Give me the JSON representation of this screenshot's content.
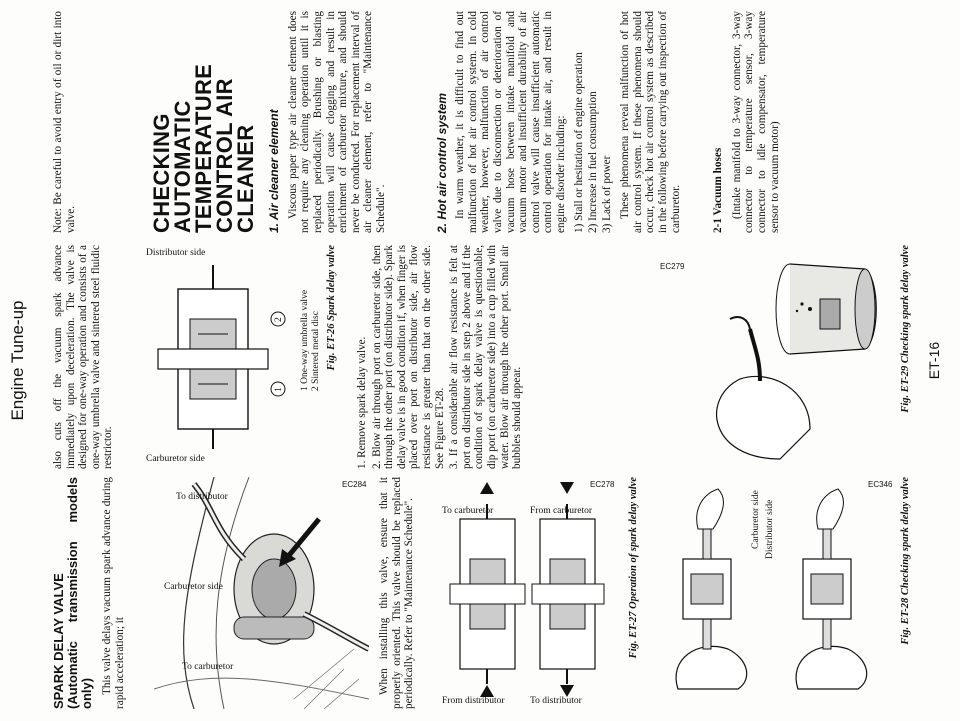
{
  "header": {
    "title": "Engine Tune-up"
  },
  "footer": {
    "page": "ET-16"
  },
  "left": {
    "heading": "SPARK DELAY VALVE",
    "heading_sub": "(Automatic transmission models only)",
    "para": "This valve delays vacuum spark advance during rapid acceleration; it",
    "fig26_code": "EC284",
    "fig26_labels": {
      "to_carburetor": "To carburetor",
      "carburetor_side": "Carburetor side",
      "to_distributor": "To distributor"
    },
    "install_para": "When installing this valve, ensure that it properly oriented. This valve should be replaced periodically. Refer to \"Maintenance Schedule\".",
    "fig27_labels": {
      "from_distributor": "From distributor",
      "to_carburetor": "To carburetor",
      "to_distributor": "To distributor",
      "from_carburetor": "From carburetor"
    },
    "fig27_code": "EC278",
    "fig27_caption": "Fig. ET-27 Operation of spark delay valve",
    "fig28_labels": {
      "carburetor_side": "Carburetor side",
      "distributor_side": "Distributor side"
    },
    "fig28_code": "EC346",
    "fig28_caption": "Fig. ET-28 Checking spark delay valve"
  },
  "middle": {
    "cont_para": "also cuts off the vacuum spark advance immediately upon deceleration. The valve is designed for one-way operation and consists of a one-way umbrella valve and sintered steel fluidic restrictor.",
    "fig26_labels": {
      "carburetor_side": "Carburetor side",
      "distributor_side": "Distributor side",
      "num1": "1",
      "num2": "2"
    },
    "fig26_legend": [
      "1  One-way umbrella valve",
      "2  Sintered metal disc"
    ],
    "fig26_caption": "Fig. ET-26 Spark delay valve",
    "steps": [
      "1.  Remove spark delay valve.",
      "2.  Blow air through port on carburetor side, then through the other port (on distributor side). Spark delay valve is in good condition if, when finger is placed over port on distributor side, air flow resistance is greater than that on the other side. See Figure ET-28.",
      "3.  If a considerable air flow resistance is felt at port on distributor side in step 2 above and if the condition of spark delay valve is questionable, dip port (on carburetor side) into a cup filled with water. Blow air through the other port. Small air bubbles should appear."
    ],
    "fig29_code": "EC279",
    "fig29_caption": "Fig. ET-29 Checking spark delay valve"
  },
  "right": {
    "note": "Note:  Be careful to avoid entry of oil or dirt into valve.",
    "title_lines": [
      "CHECKING",
      "AUTOMATIC",
      "TEMPERATURE",
      "CONTROL AIR",
      "CLEANER"
    ],
    "s1_heading": "1.  Air cleaner element",
    "s1_para": "Viscous paper type air cleaner element does not require any cleaning operation until it is replaced periodically. Brushing or blasting operation will cause clogging and result in enrichment of carburetor mixture, and should never be conducted. For replacement interval of air cleaner element, refer to \"Maintenance Schedule\".",
    "s2_heading": "2.  Hot air control system",
    "s2_para": "In warm weather, it is difficult to find out malfunction of hot air control system. In cold weather, however, malfunction of air control valve due to disconnection or deterioration of vacuum hose between intake manifold and vacuum motor and insufficient durability of air control valve will cause insufficient automatic control operation for intake air, and result in engine disorder including:",
    "s2_list": [
      "1) Stall or hesitation of engine operation",
      "2) Increase in fuel consumption",
      "3) Lack of power"
    ],
    "s2_para2": "These phenomena reveal malfunction of hot air control system. If these phenomena should occur, check hot air control system as described in the following before carrying out inspection of carburetor.",
    "s21_heading": "2-1  Vacuum hoses",
    "s21_para": "(Intake manifold to 3-way connector, 3-way connector to temperature sensor, 3-way connector to idle compensator, temperature sensor to vacuum motor)"
  }
}
